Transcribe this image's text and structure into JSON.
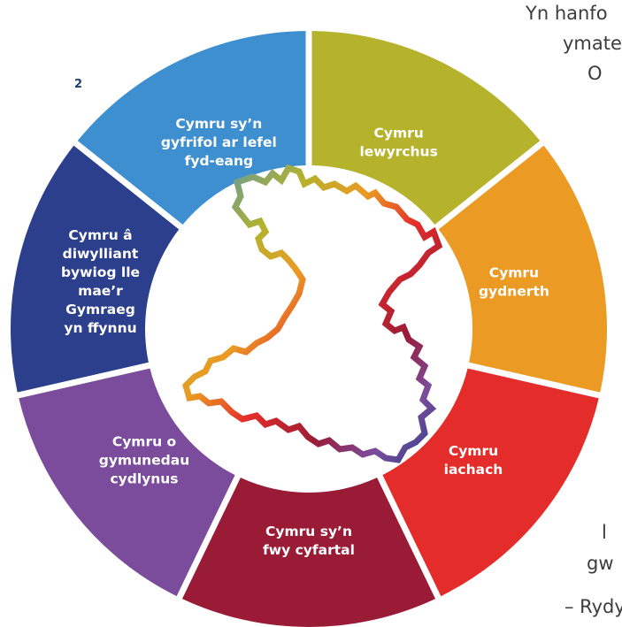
{
  "page_number": "2",
  "background_text": [
    "Yn hanfo",
    "ymate",
    "O",
    "l",
    "gw",
    "– Rydy"
  ],
  "segments": [
    {
      "id": "globally-responsive",
      "lines": [
        "Cymru sy’n",
        "gyfrifol ar lefel",
        "fyd-eang"
      ],
      "color": "#3e8fd0"
    },
    {
      "id": "prosperous",
      "lines": [
        "Cymru",
        "lewyrchus"
      ],
      "color": "#b5b22c"
    },
    {
      "id": "resilient",
      "lines": [
        "Cymru",
        "gydnerth"
      ],
      "color": "#eb9a24"
    },
    {
      "id": "healthier",
      "lines": [
        "Cymru",
        "iachach"
      ],
      "color": "#e42d2a"
    },
    {
      "id": "more-equal",
      "lines": [
        "Cymru sy’n",
        "fwy cyfartal"
      ],
      "color": "#9a1b36"
    },
    {
      "id": "cohesive-communities",
      "lines": [
        "Cymru o",
        "gymunedau",
        "cydlynus"
      ],
      "color": "#7b4c9c"
    },
    {
      "id": "vibrant-culture",
      "lines": [
        "Cymru â",
        "diwylliant",
        "bywiog lle",
        "mae’r",
        "Gymraeg",
        "yn ffynnu"
      ],
      "color": "#2c3f8c"
    }
  ],
  "map_gradient": [
    "#3e8fd0",
    "#b5b22c",
    "#eb9a24",
    "#e42d2a",
    "#9a1b36",
    "#7b4c9c",
    "#2c3f8c"
  ],
  "background_color": "#ffffff",
  "label_color": "#ffffff",
  "body_text_color": "#3c3c3c"
}
